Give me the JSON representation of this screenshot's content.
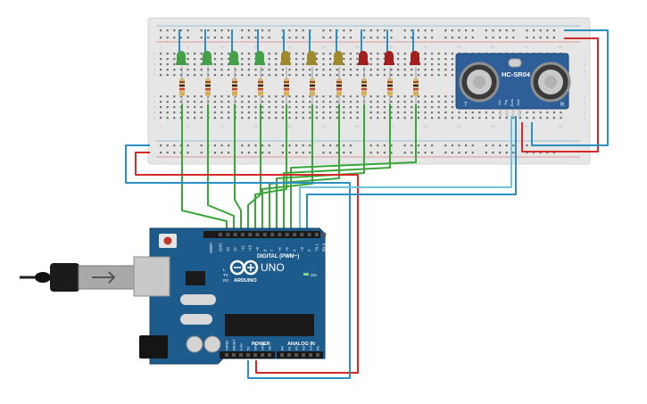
{
  "breadboard": {
    "row_letters_top": [
      "j",
      "i",
      "h",
      "g",
      "f"
    ],
    "row_letters_bottom": [
      "e",
      "d",
      "c",
      "b",
      "a"
    ],
    "column_numbers": [
      "1",
      "5",
      "10",
      "15",
      "20",
      "25",
      "30",
      "35",
      "40",
      "45",
      "50",
      "55",
      "60"
    ]
  },
  "leds": [
    {
      "color": "#43a047",
      "name": "led-green"
    },
    {
      "color": "#43a047",
      "name": "led-green"
    },
    {
      "color": "#43a047",
      "name": "led-green"
    },
    {
      "color": "#43a047",
      "name": "led-green"
    },
    {
      "color": "#9e8a2c",
      "name": "led-yellow"
    },
    {
      "color": "#9e8a2c",
      "name": "led-yellow"
    },
    {
      "color": "#9e8a2c",
      "name": "led-yellow"
    },
    {
      "color": "#a31f1f",
      "name": "led-red"
    },
    {
      "color": "#a31f1f",
      "name": "led-red"
    },
    {
      "color": "#a31f1f",
      "name": "led-red"
    }
  ],
  "sensor": {
    "model": "HC-SR04",
    "pins": [
      "Vcc",
      "Trig",
      "Echo",
      "Gnd"
    ],
    "left_mark": "T",
    "right_mark": "R"
  },
  "arduino": {
    "board_name": "UNO",
    "brand": "ARDUINO",
    "digital_label": "DIGITAL (PWM~)",
    "power_label": "POWER",
    "analog_label": "ANALOG IN",
    "on_label": "ON",
    "tx_label": "TX",
    "rx_label": "RX",
    "l_label": "L",
    "aref_label": "AREF",
    "digital_pins": [
      "GND",
      "13",
      "12",
      "~11",
      "~10",
      "~9",
      "8",
      "7",
      "~6",
      "~5",
      "4",
      "~3",
      "2",
      "TX 1",
      "RX 0"
    ],
    "power_pins": [
      "IOREF",
      "RESET",
      "3.3V",
      "5V",
      "GND",
      "GND",
      "Vin"
    ],
    "analog_pins": [
      "A0",
      "A1",
      "A2",
      "A3",
      "A4",
      "A5"
    ]
  },
  "colors": {
    "wire_green": "#3aa63a",
    "wire_red": "#d42a2a",
    "wire_blue": "#2b8fc2",
    "wire_cyan": "#6fc3d6",
    "board_blue": "#1d5b8c",
    "breadboard": "#e8e8e8"
  }
}
